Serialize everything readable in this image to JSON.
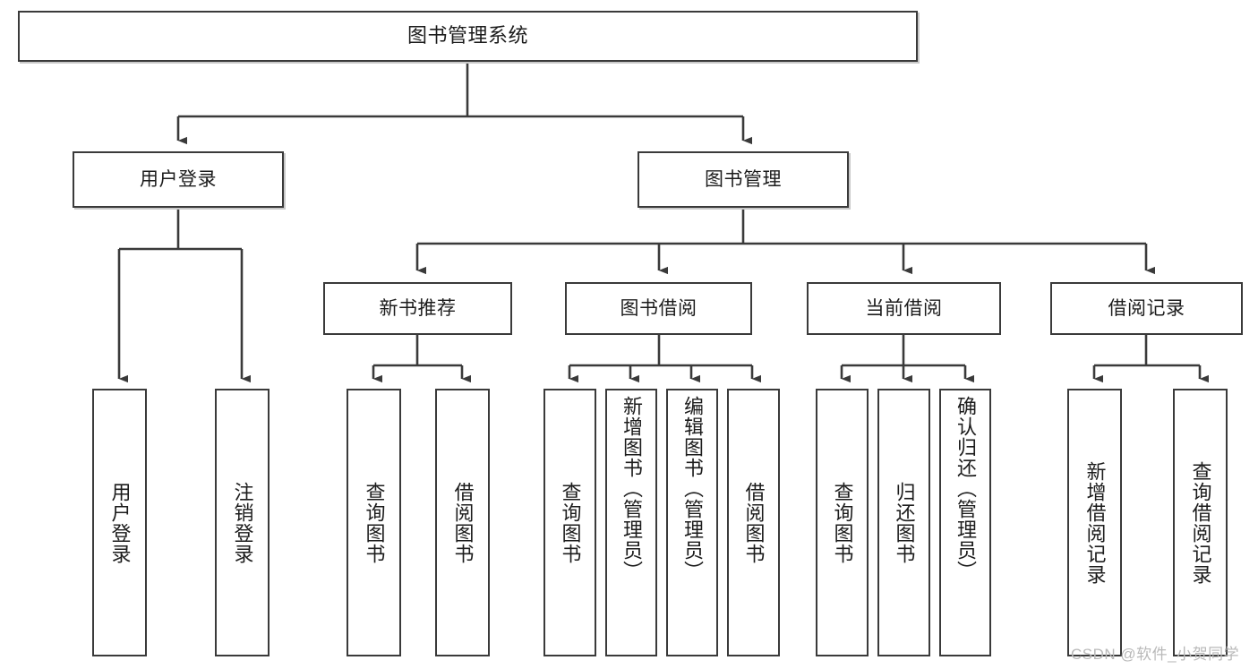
{
  "diagram": {
    "title": "图书管理系统",
    "type": "tree-hierarchy",
    "background_color": "#ffffff",
    "border_color": "#3a3a3a",
    "text_color": "#1c1c1c",
    "watermark": "CSDN @软件_小贺同学",
    "watermark_color": "#b9b9b9",
    "levels": {
      "root": {
        "label": "图书管理系统"
      },
      "level2": [
        {
          "label": "用户登录"
        },
        {
          "label": "图书管理"
        }
      ],
      "level3": [
        {
          "label": "新书推荐"
        },
        {
          "label": "图书借阅"
        },
        {
          "label": "当前借阅"
        },
        {
          "label": "借阅记录"
        }
      ],
      "leaves": {
        "user_login": [
          {
            "label": "用户登录"
          },
          {
            "label": "注销登录"
          }
        ],
        "new_book_recommend": [
          {
            "label": "查询图书"
          },
          {
            "label": "借阅图书"
          }
        ],
        "book_borrow": [
          {
            "label": "查询图书"
          },
          {
            "label": "新增图书（管理员）"
          },
          {
            "label": "编辑图书（管理员）"
          },
          {
            "label": "借阅图书"
          }
        ],
        "current_borrow": [
          {
            "label": "查询图书"
          },
          {
            "label": "归还图书"
          },
          {
            "label": "确认归还（管理员）"
          }
        ],
        "borrow_record": [
          {
            "label": "新增借阅记录"
          },
          {
            "label": "查询借阅记录"
          }
        ]
      }
    }
  }
}
